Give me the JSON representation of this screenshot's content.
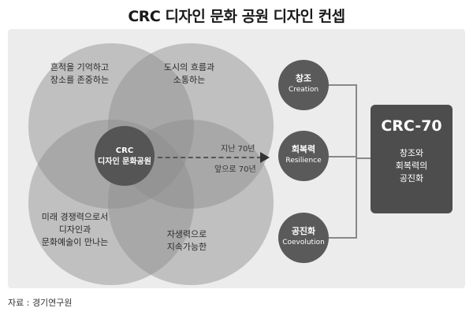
{
  "title": "CRC 디자인 문화 공원 디자인 컨셉",
  "venn": {
    "top_left": [
      "흔적을 기억하고",
      "장소를 존중하는"
    ],
    "top_right": [
      "도시의 흐름과",
      "소통하는"
    ],
    "bottom_left": [
      "미래 경쟁력으로서",
      "디자인과",
      "문화예술이 만나는"
    ],
    "bottom_right": [
      "자생력으로",
      "지속가능한"
    ],
    "center": [
      "CRC",
      "디자인 문화공원"
    ]
  },
  "arrow": {
    "upper_label": "지난 70년",
    "lower_label": "앞으로 70년"
  },
  "nodes": [
    {
      "label_ko": "창조",
      "label_en": "Creation"
    },
    {
      "label_ko": "회복력",
      "label_en": "Resilience"
    },
    {
      "label_ko": "공진화",
      "label_en": "Coevolution"
    }
  ],
  "result": {
    "title": "CRC-70",
    "subtitle": [
      "창조와",
      "회복력의",
      "공진화"
    ]
  },
  "source": "자료 : 경기연구원"
}
